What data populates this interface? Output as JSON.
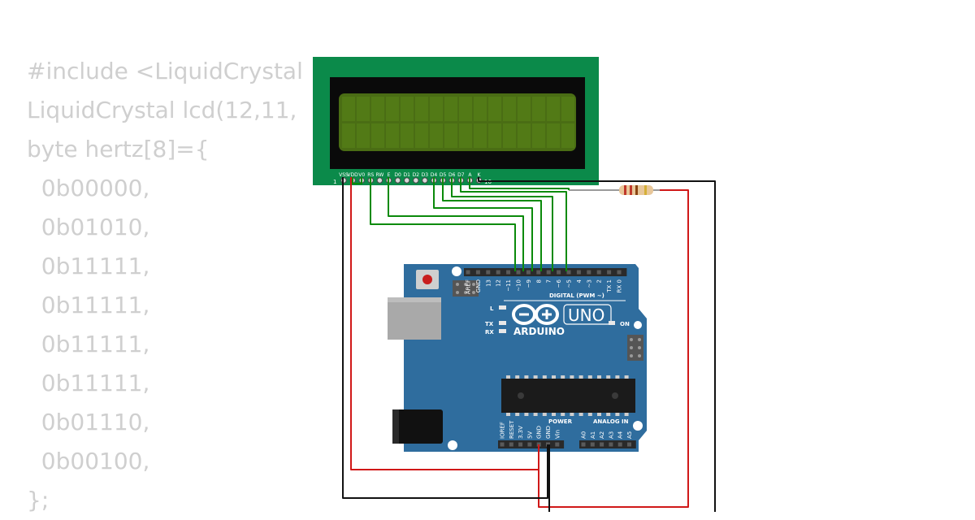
{
  "code_lines": [
    "#include <LiquidCrystal",
    "LiquidCrystal lcd(12,11,",
    "byte hertz[8]={",
    "  0b00000,",
    "  0b01010,",
    "  0b11111,",
    "  0b11111,",
    "  0b11111,",
    "  0b11111,",
    "  0b01110,",
    "  0b00100,",
    "};"
  ],
  "lcd": {
    "pin_labels": [
      "VSS",
      "VDD",
      "V0",
      "RS",
      "RW",
      "E",
      "D0",
      "D1",
      "D2",
      "D3",
      "D4",
      "D5",
      "D6",
      "D7",
      "A",
      "K"
    ],
    "pin_one": "1",
    "pin_sixteen": "16"
  },
  "arduino": {
    "brand": "ARDUINO",
    "model": "UNO",
    "digital_label": "DIGITAL (PWM ~)",
    "power_label": "POWER",
    "analog_label": "ANALOG IN",
    "on_label": "ON",
    "l_label": "L",
    "tx_label": "TX",
    "rx_label": "RX",
    "digital_pins": [
      "AREF",
      "GND",
      "13",
      "12",
      "~11",
      "~10",
      "~9",
      "8",
      "7",
      "~6",
      "~5",
      "4",
      "~3",
      "2",
      "TX 1",
      "RX 0"
    ],
    "power_pins": [
      "IOREF",
      "RESET",
      "3.3V",
      "5V",
      "GND",
      "GND",
      "Vin"
    ],
    "analog_pins": [
      "A0",
      "A1",
      "A2",
      "A3",
      "A4",
      "A5"
    ]
  },
  "colors": {
    "code_text": "#cfcfcf",
    "lcd_pcb": "#0b8a4a",
    "lcd_screen": "#4a6d14",
    "arduino_board": "#2f6d9e",
    "wire_green": "#0a8a0a",
    "wire_red": "#d01818",
    "wire_black": "#111111"
  }
}
